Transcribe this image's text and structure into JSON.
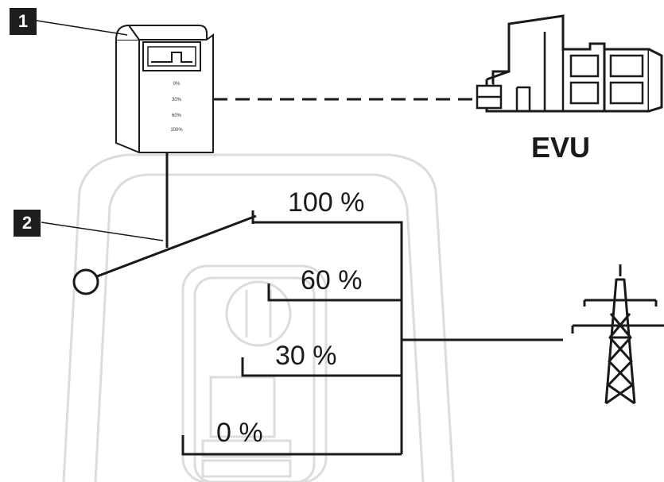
{
  "markers": {
    "receiver": "1",
    "switch": "2"
  },
  "receiver": {
    "levels": [
      "0%",
      "30%",
      "60%",
      "100%"
    ]
  },
  "utility": {
    "label": "EVU"
  },
  "switch_positions": [
    "100 %",
    "60 %",
    "30 %",
    "0 %"
  ],
  "colors": {
    "line": "#1a1a1a",
    "ghost": "#d8d8d8",
    "marker_bg": "#1e1e1e"
  },
  "icons": {
    "utility": "building-icon",
    "grid": "power-pylon-icon",
    "receiver": "ripple-control-receiver-icon"
  }
}
